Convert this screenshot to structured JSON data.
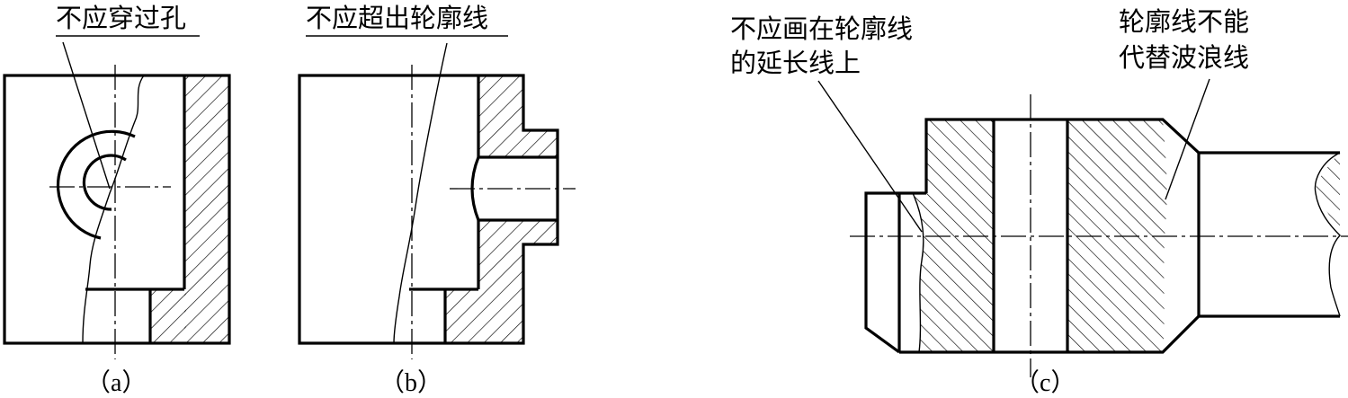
{
  "panel_a": {
    "annotation": "不应穿过孔",
    "caption": "（a）"
  },
  "panel_b": {
    "annotation": "不应超出轮廓线",
    "caption": "（b）"
  },
  "panel_c": {
    "annotation_left_line1": "不应画在轮廓线",
    "annotation_left_line2": "的延长线上",
    "annotation_right_line1": "轮廓线不能",
    "annotation_right_line2": "代替波浪线",
    "caption": "（c）"
  }
}
